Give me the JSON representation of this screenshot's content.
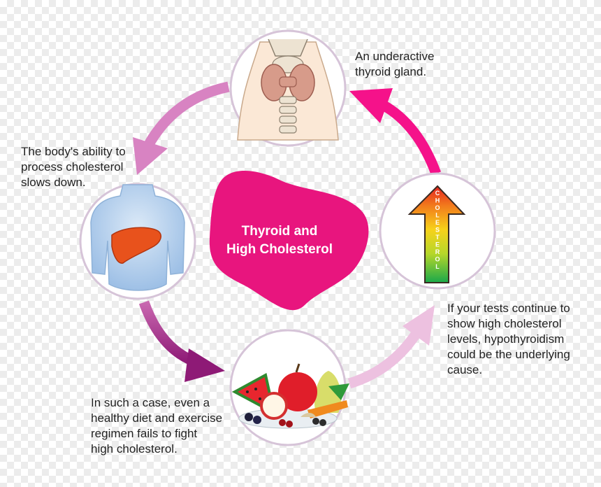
{
  "title": {
    "line1": "Thyroid and",
    "line2": "High Cholesterol"
  },
  "arrow_label": "CHOLESTEROL",
  "steps": [
    {
      "id": "thyroid",
      "icon": "thyroid-gland-icon",
      "lines": [
        "An underactive",
        "thyroid gland."
      ]
    },
    {
      "id": "liver",
      "icon": "body-liver-icon",
      "lines": [
        "The body's ability to",
        "process cholesterol",
        "slows down."
      ]
    },
    {
      "id": "diet",
      "icon": "fruits-vegetables-icon",
      "lines": [
        "In such a case, even a",
        "healthy diet and exercise",
        "regimen fails to fight",
        "high cholesterol."
      ]
    },
    {
      "id": "cholesterol",
      "icon": "cholesterol-up-arrow-icon",
      "lines": [
        "If your tests continue to",
        "show high cholesterol",
        "levels, hypothyroidism",
        "could be the underlying",
        "cause."
      ]
    }
  ],
  "colors": {
    "blob": "#e8157e",
    "arrow_top": "#d883c2",
    "arrow_left": "#9b1f7d",
    "arrow_bottom_right": "#edc1e0",
    "arrow_right": "#f5128a",
    "circle_border": "#d6c4d8"
  }
}
